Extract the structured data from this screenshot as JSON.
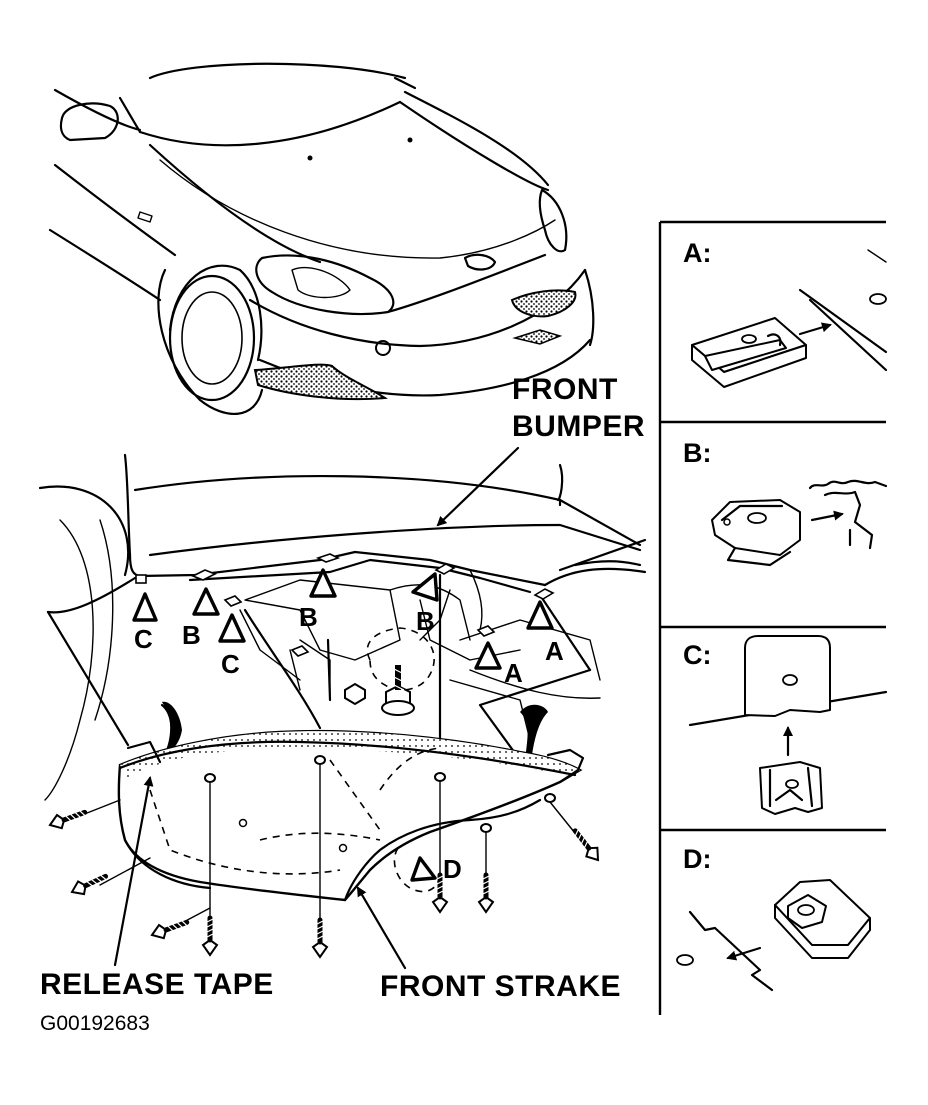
{
  "labels": {
    "front_bumper_line1": "FRONT",
    "front_bumper_line2": "BUMPER",
    "release_tape": "RELEASE TAPE",
    "front_strake": "FRONT STRAKE",
    "figure_id": "G00192683"
  },
  "callouts": {
    "a1": "A",
    "a2": "A",
    "b1": "B",
    "b2": "B",
    "b3": "B",
    "c1": "C",
    "c2": "C",
    "d1": "D"
  },
  "panels": [
    {
      "label": "A:",
      "icon": "spring-nut-clip-icon"
    },
    {
      "label": "B:",
      "icon": "u-clip-icon"
    },
    {
      "label": "C:",
      "icon": "bracket-clip-icon"
    },
    {
      "label": "D:",
      "icon": "cage-nut-icon"
    }
  ],
  "colors": {
    "line": "#000000",
    "background": "#ffffff"
  }
}
